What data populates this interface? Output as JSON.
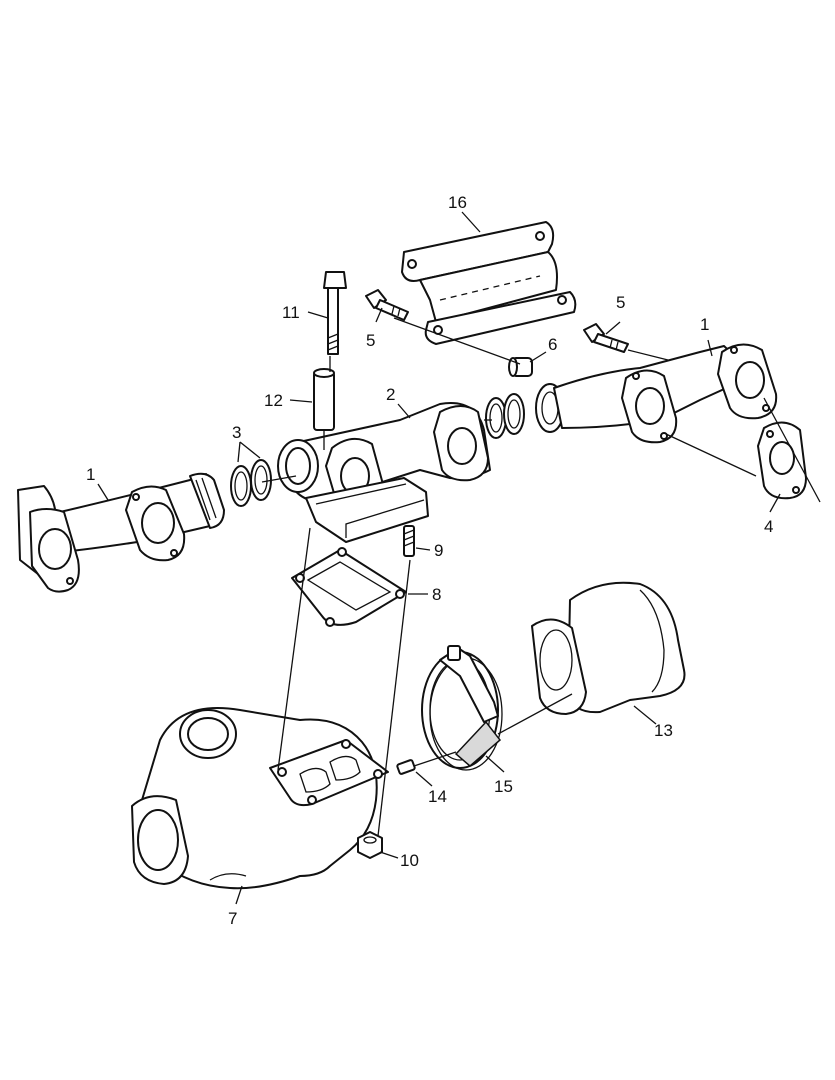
{
  "callouts": [
    {
      "id": "c1a",
      "label": "1"
    },
    {
      "id": "c1b",
      "label": "1"
    },
    {
      "id": "c2",
      "label": "2"
    },
    {
      "id": "c3",
      "label": "3"
    },
    {
      "id": "c4",
      "label": "4"
    },
    {
      "id": "c5a",
      "label": "5"
    },
    {
      "id": "c5b",
      "label": "5"
    },
    {
      "id": "c6",
      "label": "6"
    },
    {
      "id": "c7",
      "label": "7"
    },
    {
      "id": "c8",
      "label": "8"
    },
    {
      "id": "c9",
      "label": "9"
    },
    {
      "id": "c10",
      "label": "10"
    },
    {
      "id": "c11",
      "label": "11"
    },
    {
      "id": "c12",
      "label": "12"
    },
    {
      "id": "c13",
      "label": "13"
    },
    {
      "id": "c14",
      "label": "14"
    },
    {
      "id": "c15",
      "label": "15"
    },
    {
      "id": "c16",
      "label": "16"
    }
  ]
}
